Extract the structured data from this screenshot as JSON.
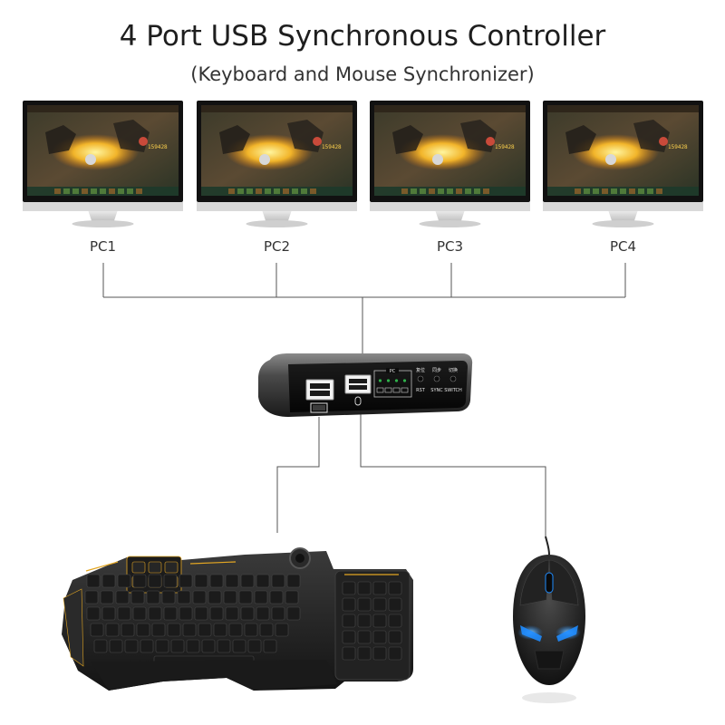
{
  "header": {
    "title": "4 Port USB Synchronous Controller",
    "subtitle": "(Keyboard and Mouse Synchronizer)"
  },
  "monitors": [
    {
      "label": "PC1",
      "hud_text": "159428"
    },
    {
      "label": "PC2",
      "hud_text": "159428"
    },
    {
      "label": "PC3",
      "hud_text": "159428"
    },
    {
      "label": "PC4",
      "hud_text": "159428"
    }
  ],
  "hub": {
    "button_labels": [
      "RST",
      "SYNC",
      "SWITCH"
    ],
    "chinese_labels": [
      "复位",
      "同步",
      "切换"
    ],
    "indicator_label": "PC",
    "led_color": "#2fb24a"
  },
  "devices": {
    "keyboard_accent": "#e3a622",
    "mouse_glow": "#1f8cff"
  },
  "colors": {
    "line": "#555555",
    "bezel": "#111111",
    "monitor_base": "#d9d9d9"
  }
}
